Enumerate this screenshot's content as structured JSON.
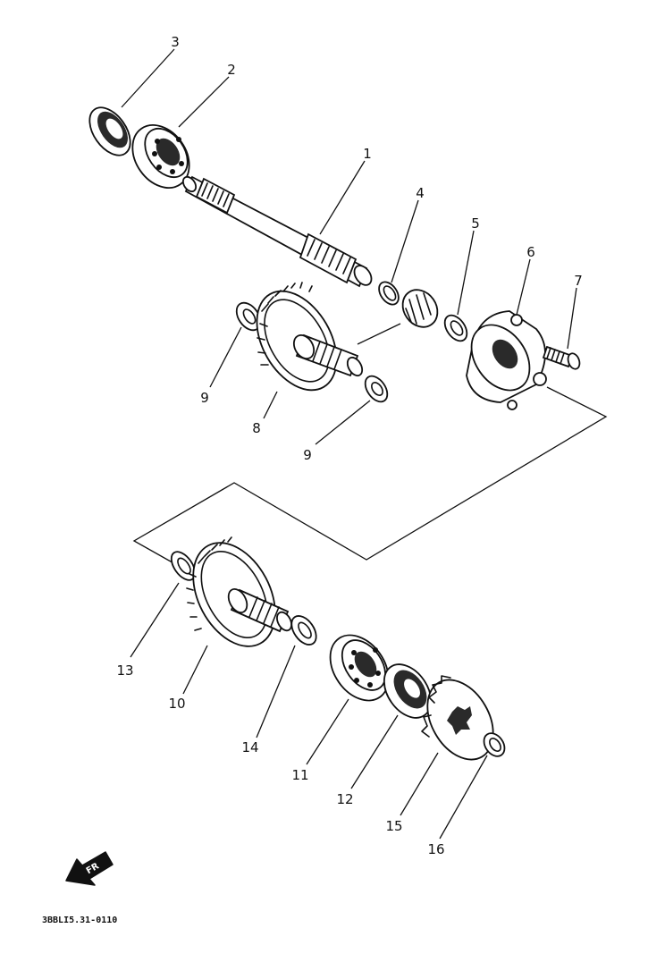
{
  "callouts": {
    "c1": "1",
    "c2": "2",
    "c3": "3",
    "c4": "4",
    "c5": "5",
    "c6": "6",
    "c7": "7",
    "c8": "8",
    "c9a": "9",
    "c9b": "9",
    "c10": "10",
    "c11": "11",
    "c12": "12",
    "c13": "13",
    "c14": "14",
    "c15": "15",
    "c16": "16"
  },
  "front_arrow": {
    "label": "FR",
    "icon": "front-direction-arrow-icon"
  },
  "diagram_code": "3BBLI5.31-0110",
  "colors": {
    "ink": "#111111",
    "paper": "#ffffff"
  }
}
